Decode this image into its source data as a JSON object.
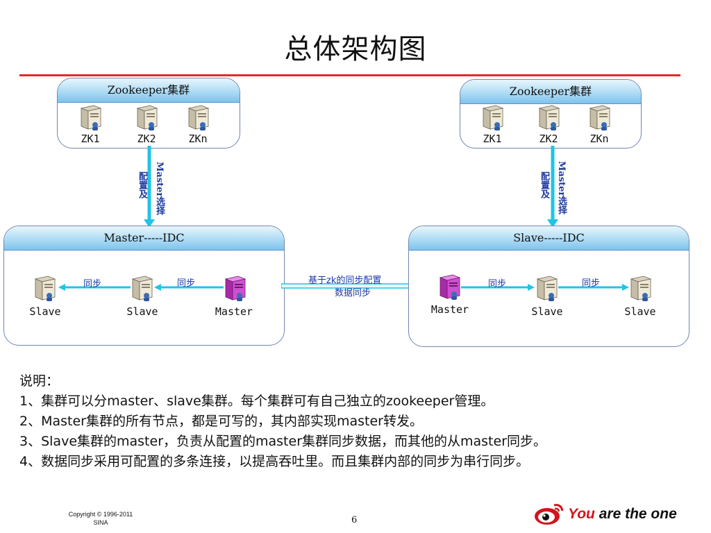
{
  "slide": {
    "title": "总体架构图",
    "page_number": "6",
    "copyright_line1": "Copyright © 1996-2011",
    "copyright_line2": "SINA",
    "slogan_you": "You",
    "slogan_rest": " are the one"
  },
  "colors": {
    "title_rule": "#e02a2a",
    "box_border": "#6f86b0",
    "header_gradient_top": "#e9f6fd",
    "header_gradient_bottom": "#7fc3ec",
    "arrow": "#1fc4e6",
    "sync_text": "#1c39a6",
    "master_server": "#c236c2",
    "brand_red": "#d3141b"
  },
  "diagram": {
    "zk_left": {
      "title": "Zookeeper集群",
      "nodes": [
        "ZK1",
        "ZK2",
        "ZKn"
      ]
    },
    "zk_right": {
      "title": "Zookeeper集群",
      "nodes": [
        "ZK1",
        "ZK2",
        "ZKn"
      ]
    },
    "master_idc": {
      "title": "Master-----IDC",
      "nodes": [
        "Slave",
        "Slave",
        "Master"
      ],
      "sync_labels": [
        "同步",
        "同步"
      ]
    },
    "slave_idc": {
      "title": "Slave-----IDC",
      "nodes": [
        "Master",
        "Slave",
        "Slave"
      ],
      "sync_labels": [
        "同步",
        "同步"
      ]
    },
    "config_left": {
      "line1": "配置及",
      "line2": "Master选择"
    },
    "config_right": {
      "line1": "配置及",
      "line2": "Master选择"
    },
    "cross_sync": {
      "line1": "基于zk的同步配置",
      "line2": "数据同步"
    },
    "icons": [
      "server-icon",
      "master-server-icon",
      "weibo-eye-logo"
    ]
  },
  "notes": {
    "heading": "说明：",
    "items": [
      "1、集群可以分master、slave集群。每个集群可有自己独立的zookeeper管理。",
      "2、Master集群的所有节点，都是可写的，其内部实现master转发。",
      "3、Slave集群的master，负责从配置的master集群同步数据，而其他的从master同步。",
      "4、数据同步采用可配置的多条连接，以提高吞吐里。而且集群内部的同步为串行同步。"
    ]
  }
}
